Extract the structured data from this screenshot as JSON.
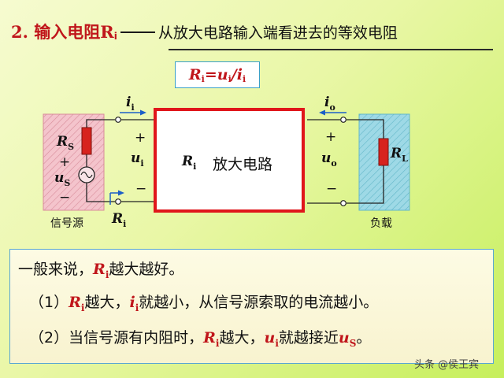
{
  "title": {
    "prefix": "2. 输入电阻R",
    "prefix_sub": "i",
    "description": "从放大电路输入端看进去的等效电阻"
  },
  "formula": {
    "left": "R",
    "left_sub": "i",
    "eq": "=",
    "u": "u",
    "u_sub": "i",
    "slash": " / ",
    "i": "i",
    "i_sub": "i"
  },
  "circuit": {
    "i_in": {
      "main": "i",
      "sub": "i"
    },
    "i_out": {
      "main": "i",
      "sub": "o"
    },
    "Rs": {
      "main": "R",
      "sub": "S"
    },
    "us": {
      "main": "u",
      "sub": "S"
    },
    "ui": {
      "main": "u",
      "sub": "i"
    },
    "uo": {
      "main": "u",
      "sub": "o"
    },
    "Ri_inner": {
      "main": "R",
      "sub": "i"
    },
    "Ri_bottom": {
      "main": "R",
      "sub": "i"
    },
    "RL": {
      "main": "R",
      "sub": "L"
    },
    "plus": "+",
    "minus": "−",
    "amplifier_label": "放大电路",
    "source_caption": "信号源",
    "load_caption": "负载"
  },
  "notes": {
    "line1_a": "一般来说，",
    "line1_R": "R",
    "line1_R_sub": "i",
    "line1_b": "越大越好。",
    "line2_num": "（1）",
    "line2_R": "R",
    "line2_R_sub": "i",
    "line2_a": "越大，",
    "line2_i": "i",
    "line2_i_sub": "i",
    "line2_b": "就越小，从信号源索取的电流越小。",
    "line3_num": "（2）",
    "line3_a": "当信号源有内阻时，",
    "line3_R": "R",
    "line3_R_sub": "i",
    "line3_b": "越大，",
    "line3_u": "u",
    "line3_u_sub": "i",
    "line3_c": "就越接近",
    "line3_us": "u",
    "line3_us_sub": "S",
    "line3_end": "。"
  },
  "watermark": "头条 @侯王宾",
  "colors": {
    "accent_red": "#c0161b",
    "source_box_fill": "#f4c4cc",
    "load_box_fill": "#9ed9e6",
    "box_border": "#5aa6d4"
  }
}
